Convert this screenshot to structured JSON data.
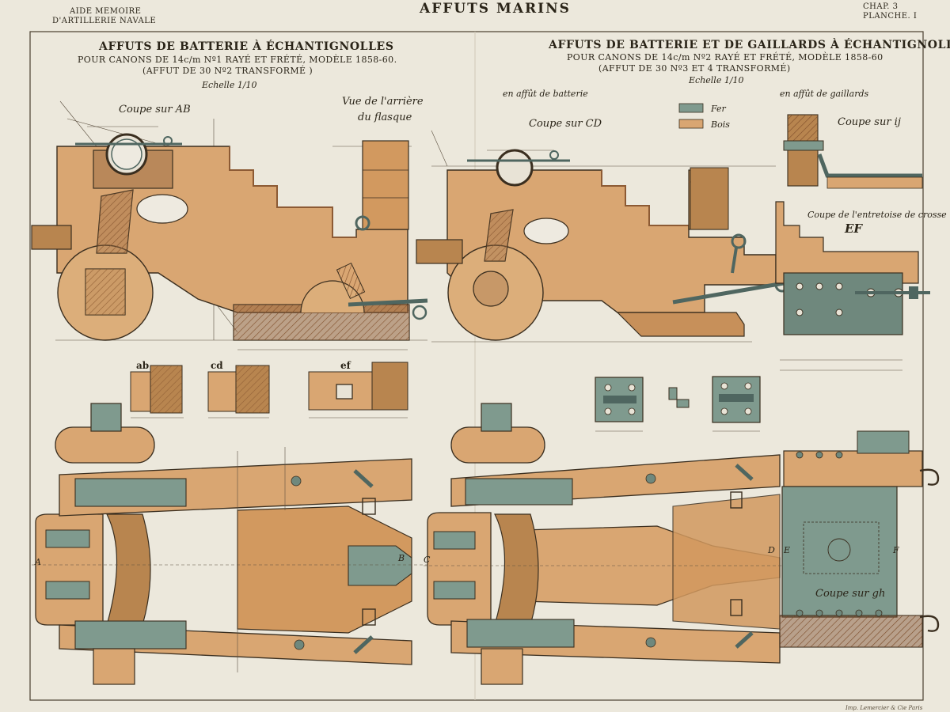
{
  "header": {
    "left_line1": "AIDE MEMOIRE",
    "left_line2": "D'ARTILLERIE NAVALE",
    "title": "AFFUTS MARINS",
    "right_line1": "CHAP. 3",
    "right_line2": "PLANCHE. I"
  },
  "left_panel": {
    "title": "AFFUTS DE BATTERIE À ÉCHANTIGNOLLES",
    "subtitle": "POUR CANONS DE 14c/m Nº1 RAYÉ ET FRÉTÉ, MODÈLE 1858-60.",
    "note": "(AFFUT DE 30 Nº2 TRANSFORMÉ )",
    "scale": "Echelle 1/10",
    "label_section": "Coupe sur AB",
    "label_rear_line1": "Vue de l'arrière",
    "label_rear_line2": "du flasque",
    "sec_ab": "ab",
    "sec_cd": "cd",
    "sec_ef": "ef",
    "plan_a": "A",
    "plan_b": "B",
    "plan_c": "C"
  },
  "right_panel": {
    "title": "AFFUTS DE BATTERIE ET DE GAILLARDS À ÉCHANTIGNOLLES",
    "subtitle": "POUR CANONS DE 14c/m Nº2 RAYÉ ET FRÉTÉ, MODÈLE 1858-60",
    "note": "(AFFUT DE 30 Nº3 ET 4 TRANSFORMÉ)",
    "scale": "Echelle 1/10",
    "label_battery": "en affût de batterie",
    "label_gaillards": "en affût de gaillards",
    "label_section_cd": "Coupe sur CD",
    "label_section_ij": "Coupe sur ij",
    "label_strut_line1": "Coupe de l'entretoise de crosse",
    "label_strut_ef": "EF",
    "label_section_gh": "Coupe sur gh",
    "plan_d": "D",
    "plan_e": "E",
    "plan_f": "F"
  },
  "legend": [
    {
      "label": "Fer",
      "color": "#7f9a8e"
    },
    {
      "label": "Bois",
      "color": "#d9a672"
    }
  ],
  "footer": {
    "imprint": "Imp. Lemercier & Cie Paris"
  },
  "colors": {
    "paper": "#ece8dc",
    "wood": "#d9a672",
    "wood_dark": "#b8854f",
    "wood_shadow": "#8c5a34",
    "iron": "#7f9a8e",
    "iron_dark": "#4f6660",
    "line": "#3a2e1f"
  }
}
